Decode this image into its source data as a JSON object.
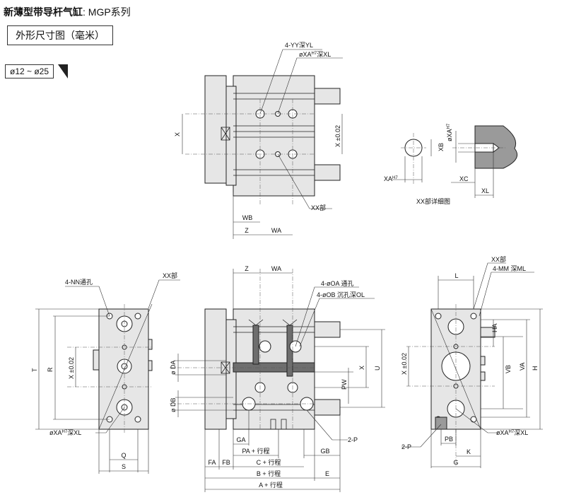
{
  "header": {
    "title_main": "新薄型带导杆气缸",
    "title_sub": ": MGP系列",
    "section_label": "外形尺寸图（毫米）",
    "bore_range": "ø12 ~ ø25"
  },
  "top_view": {
    "callout_yy": "4-YY深YL",
    "callout_xa": "øXA",
    "callout_xa_sup": "H7",
    "callout_xa_tail": "深XL",
    "callout_xx": "XX部",
    "dim_x": "X",
    "dim_x_tol": "X ±0.02",
    "dim_wb": "WB",
    "dim_z": "Z",
    "dim_wa": "WA"
  },
  "detail": {
    "caption": "XX部详细图",
    "dim_xa": "XA",
    "dim_xa_sup": "H7",
    "dim_xb": "XB",
    "dim_xc": "XC",
    "dim_xl": "XL",
    "dim_xa_v": "øXA",
    "dim_xa_v_sup": "H7"
  },
  "left_view": {
    "callout_nn": "4-NN通孔",
    "callout_xx": "XX部",
    "dim_t": "T",
    "dim_r": "R",
    "dim_x_tol": "X ±0.02",
    "dim_q": "Q",
    "dim_s": "S",
    "callout_xa": "øXA",
    "callout_xa_sup": "H7",
    "callout_xa_tail": "深XL"
  },
  "front_view": {
    "dim_z": "Z",
    "dim_wa": "WA",
    "callout_oa": "4-øOA 通孔",
    "callout_ob": "4-øOB 沉孔深OL",
    "dim_da": "ø DA",
    "dim_db": "ø DB",
    "dim_pw": "PW",
    "dim_x": "X",
    "dim_u": "U",
    "dim_ga": "GA",
    "dim_pa": "PA + 行程",
    "dim_gb": "GB",
    "dim_p": "2-P",
    "dim_fa": "FA",
    "dim_fb": "FB",
    "dim_c": "C + 行程",
    "dim_b": "B + 行程",
    "dim_e": "E",
    "dim_a": "A + 行程"
  },
  "right_view": {
    "dim_l": "L",
    "callout_xx": "XX部",
    "callout_mm": "4-MM 深ML",
    "dim_ha": "HA",
    "dim_x_tol": "X ±0.02",
    "dim_vb": "VB",
    "dim_va": "VA",
    "dim_h": "H",
    "callout_xa": "øXA",
    "callout_xa_sup": "H7",
    "callout_xa_tail": "深XL",
    "dim_p": "2-P",
    "dim_pb": "PB",
    "dim_k": "K",
    "dim_g": "G"
  }
}
